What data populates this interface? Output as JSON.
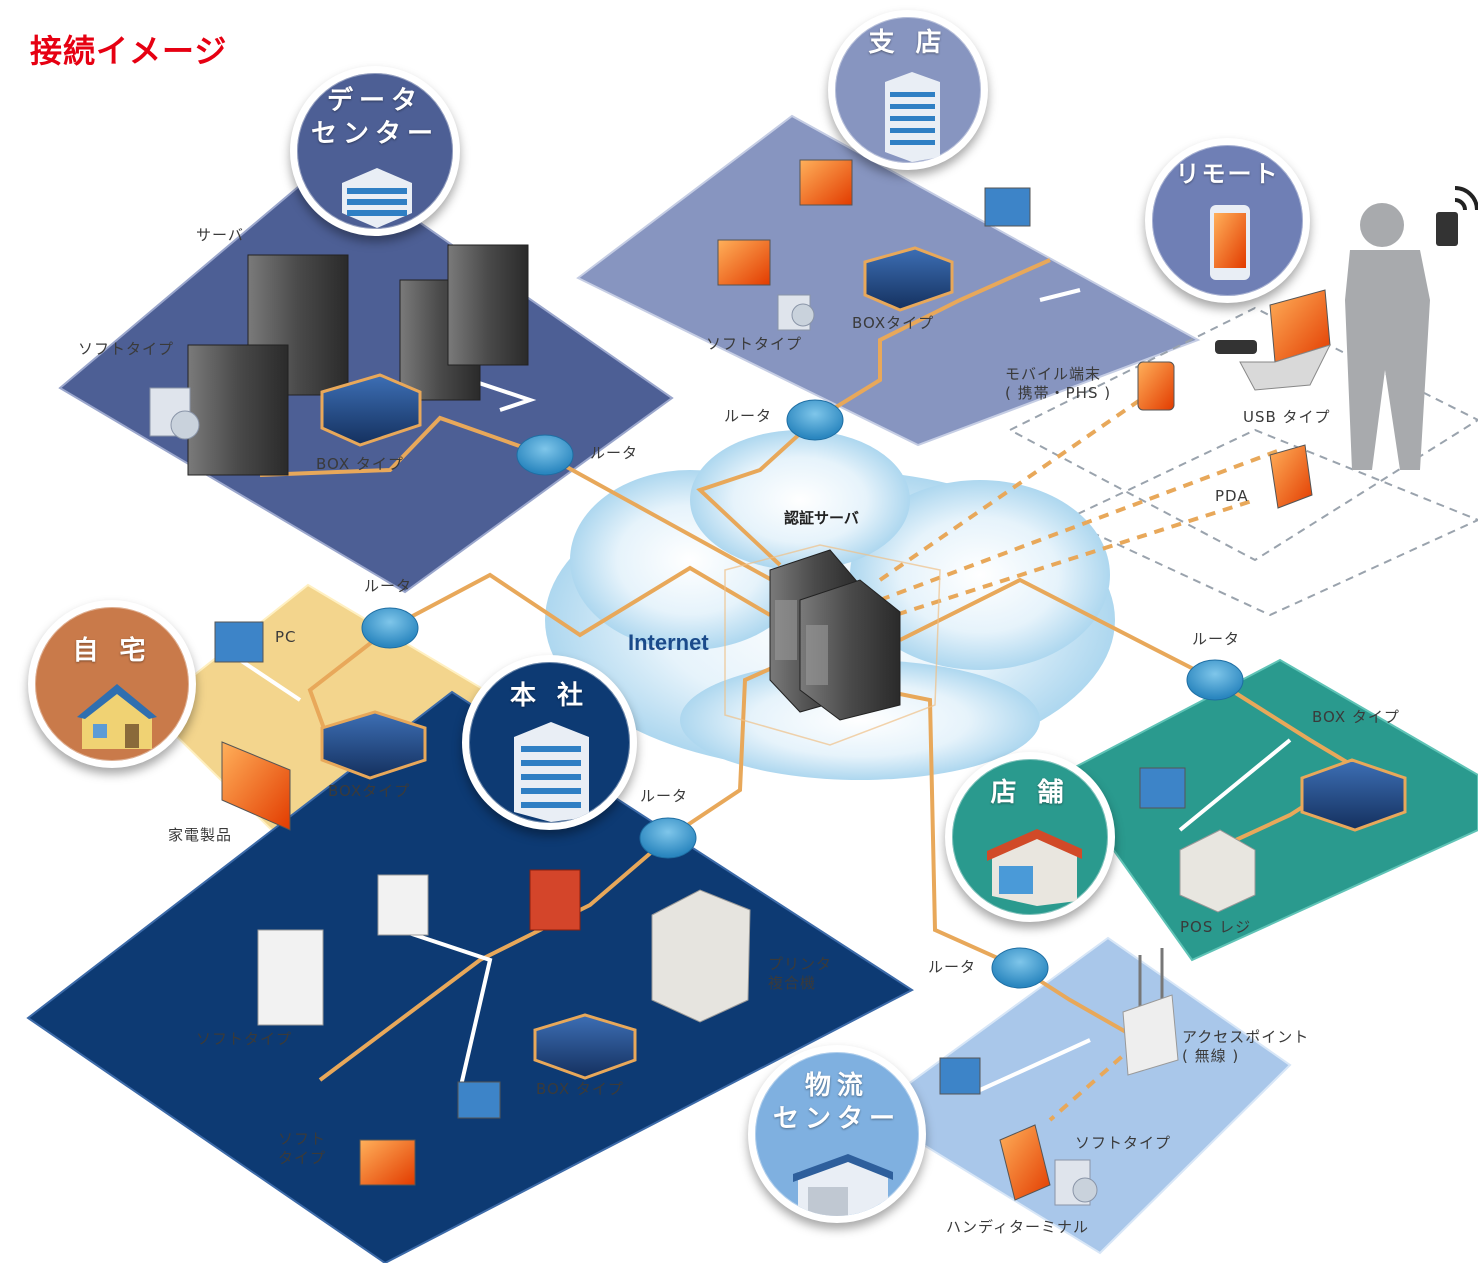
{
  "title": "接続イメージ",
  "center": {
    "internet": "Internet",
    "auth_server": "認証サーバ"
  },
  "sites": {
    "datacenter": "データ\nセンター",
    "branch": "支 店",
    "remote": "リモート",
    "home": "自 宅",
    "headquarters": "本 社",
    "store": "店 舗",
    "logistics": "物流\nセンター"
  },
  "labels": {
    "dc_server": "サーバ",
    "dc_soft": "ソフトタイプ",
    "dc_box": "BOX タイプ",
    "dc_router": "ルータ",
    "br_box": "BOXタイプ",
    "br_soft": "ソフトタイプ",
    "br_router": "ルータ",
    "rm_mobile": "モバイル端末\n( 携帯・PHS )",
    "rm_usb": "USB タイプ",
    "rm_pda": "PDA",
    "hm_router": "ルータ",
    "hm_pc": "PC",
    "hm_box": "BOXタイプ",
    "hm_appliance": "家電製品",
    "hq_router": "ルータ",
    "hq_printer": "プリンタ\n複合機",
    "hq_soft1": "ソフトタイプ",
    "hq_box": "BOX タイプ",
    "hq_soft2": "ソフト\nタイプ",
    "st_router": "ルータ",
    "st_box": "BOX タイプ",
    "st_pos": "POS レジ",
    "lg_router": "ルータ",
    "lg_ap": "アクセスポイント\n( 無線 )",
    "lg_soft": "ソフトタイプ",
    "lg_handy": "ハンディターミナル"
  },
  "colors": {
    "title": "#e60012",
    "link": "#e8a85a",
    "datacenter": "#4d5f95",
    "branch": "#8795c0",
    "home": "#f3d58d",
    "headquarters": "#0d3a73",
    "store": "#2a9a8e",
    "logistics": "#a9c7ea"
  }
}
